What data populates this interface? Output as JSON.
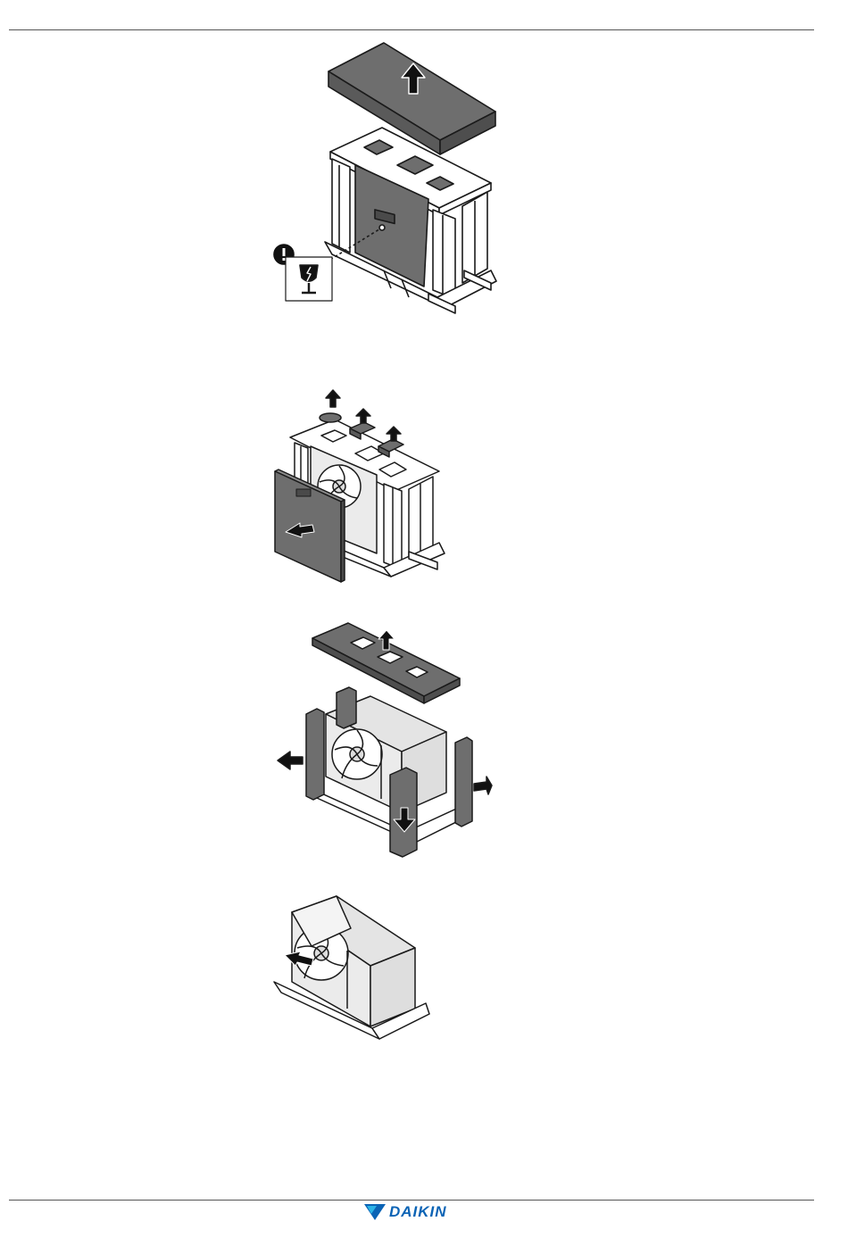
{
  "footer": {
    "brand": "DAIKIN",
    "brand_color": "#0a63b5"
  },
  "colors": {
    "foam_dark": "#6e6e6e",
    "foam_light": "#ffffff",
    "unit_body": "#ebebeb",
    "stroke": "#1a1a1a",
    "arrow": "#111111"
  },
  "steps": [
    {
      "name": "remove-top-lid",
      "icons": [
        "up-arrow-icon"
      ]
    },
    {
      "name": "remove-side-panel-and-inserts",
      "icons": [
        "up-arrow-icon",
        "left-down-arrow-icon"
      ]
    },
    {
      "name": "remove-top-frame-and-corner-posts",
      "icons": [
        "up-arrow-icon",
        "left-arrow-icon",
        "right-arrow-icon",
        "down-arrow-icon"
      ]
    },
    {
      "name": "remove-protective-film",
      "icons": [
        "left-arrow-icon"
      ]
    }
  ],
  "warning": {
    "icons": [
      "exclamation-icon",
      "fragile-glass-icon"
    ]
  }
}
